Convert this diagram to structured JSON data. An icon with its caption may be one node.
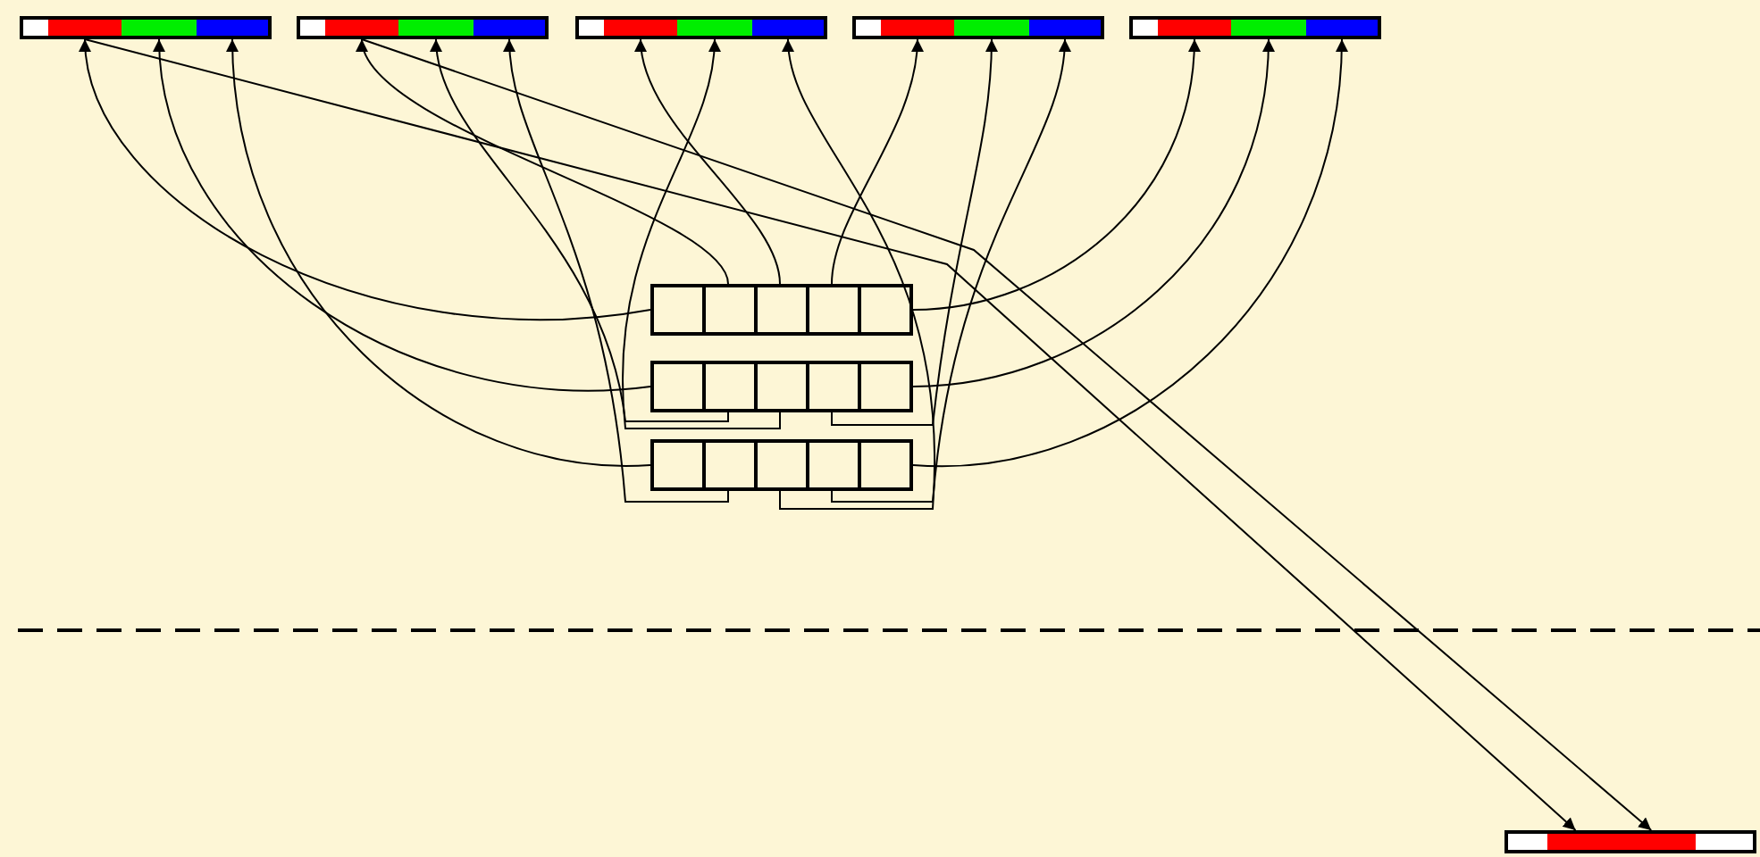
{
  "diagram": {
    "nodes": [
      {
        "text": [],
        "shape": "bar"
      },
      {
        "text": [],
        "shape": "box",
        "in": 0
      },
      {
        "text": [],
        "shape": "box",
        "in": 0
      },
      {
        "text": [],
        "shape": "box",
        "in": 0
      },
      {
        "text": [],
        "shape": "box",
        "in": 0
      },
      {
        "text": [],
        "shape": "bar"
      },
      {
        "text": [],
        "shape": "box",
        "in": 5
      },
      {
        "text": [],
        "shape": "box",
        "in": 5
      },
      {
        "text": [],
        "shape": "box",
        "in": 5
      },
      {
        "text": [],
        "shape": "box",
        "in": 5
      },
      {
        "text": [],
        "shape": "bar"
      },
      {
        "text": [],
        "shape": "box",
        "in": 10
      },
      {
        "text": [],
        "shape": "box",
        "in": 10
      },
      {
        "text": [],
        "shape": "box",
        "in": 10
      },
      {
        "text": [],
        "shape": "box",
        "in": 10
      },
      {
        "text": [],
        "shape": "bar"
      },
      {
        "text": [],
        "shape": "box",
        "in": 15
      },
      {
        "text": [],
        "shape": "box",
        "in": 15
      },
      {
        "text": [],
        "shape": "box",
        "in": 15
      },
      {
        "text": [],
        "shape": "box",
        "in": 15
      },
      {
        "text": [],
        "shape": "bar"
      },
      {
        "text": [],
        "shape": "box",
        "in": 20
      },
      {
        "text": [],
        "shape": "box",
        "in": 20
      },
      {
        "text": [],
        "shape": "box",
        "in": 20
      },
      {
        "text": [],
        "shape": "box",
        "in": 20
      },
      {
        "text": [],
        "shape": "box"
      },
      {
        "text": [],
        "shape": "box"
      },
      {
        "text": [],
        "shape": "box"
      },
      {
        "text": [],
        "shape": "box"
      },
      {
        "text": [],
        "shape": "box"
      },
      {
        "text": [],
        "shape": "box"
      },
      {
        "text": [],
        "shape": "box"
      },
      {
        "text": [],
        "shape": "box"
      },
      {
        "text": [],
        "shape": "box"
      },
      {
        "text": [],
        "shape": "box"
      },
      {
        "text": [],
        "shape": "box"
      },
      {
        "text": [],
        "shape": "box"
      },
      {
        "text": [],
        "shape": "box"
      },
      {
        "text": [],
        "shape": "box"
      },
      {
        "text": [],
        "shape": "box"
      },
      {
        "text": [],
        "shape": "bar"
      },
      {
        "text": [],
        "shape": "box",
        "in": 40
      },
      {
        "text": [],
        "shape": "box",
        "in": 40
      },
      {
        "text": [],
        "shape": "box",
        "in": 40
      }
    ],
    "edges": [
      {
        "from": 25,
        "to": 2,
        "arrow": "to"
      },
      {
        "from": 26,
        "to": 7,
        "arrow": "to"
      },
      {
        "from": 27,
        "to": 12,
        "arrow": "to"
      },
      {
        "from": 28,
        "to": 17,
        "arrow": "to"
      },
      {
        "from": 29,
        "to": 22,
        "arrow": "to"
      },
      {
        "from": 30,
        "to": 3,
        "arrow": "to"
      },
      {
        "from": 31,
        "to": 8,
        "arrow": "to"
      },
      {
        "from": 32,
        "to": 13,
        "arrow": "to"
      },
      {
        "from": 33,
        "to": 18,
        "arrow": "to"
      },
      {
        "from": 34,
        "to": 23,
        "arrow": "to"
      },
      {
        "from": 35,
        "to": 4,
        "arrow": "to"
      },
      {
        "from": 36,
        "to": 9,
        "arrow": "to"
      },
      {
        "from": 37,
        "to": 14,
        "arrow": "to"
      },
      {
        "from": 38,
        "to": 19,
        "arrow": "to"
      },
      {
        "from": 39,
        "to": 24,
        "arrow": "to"
      },
      {
        "from": 2,
        "to": 42,
        "arrow": "to"
      },
      {
        "from": 7,
        "to": 42,
        "arrow": "to"
      }
    ]
  }
}
